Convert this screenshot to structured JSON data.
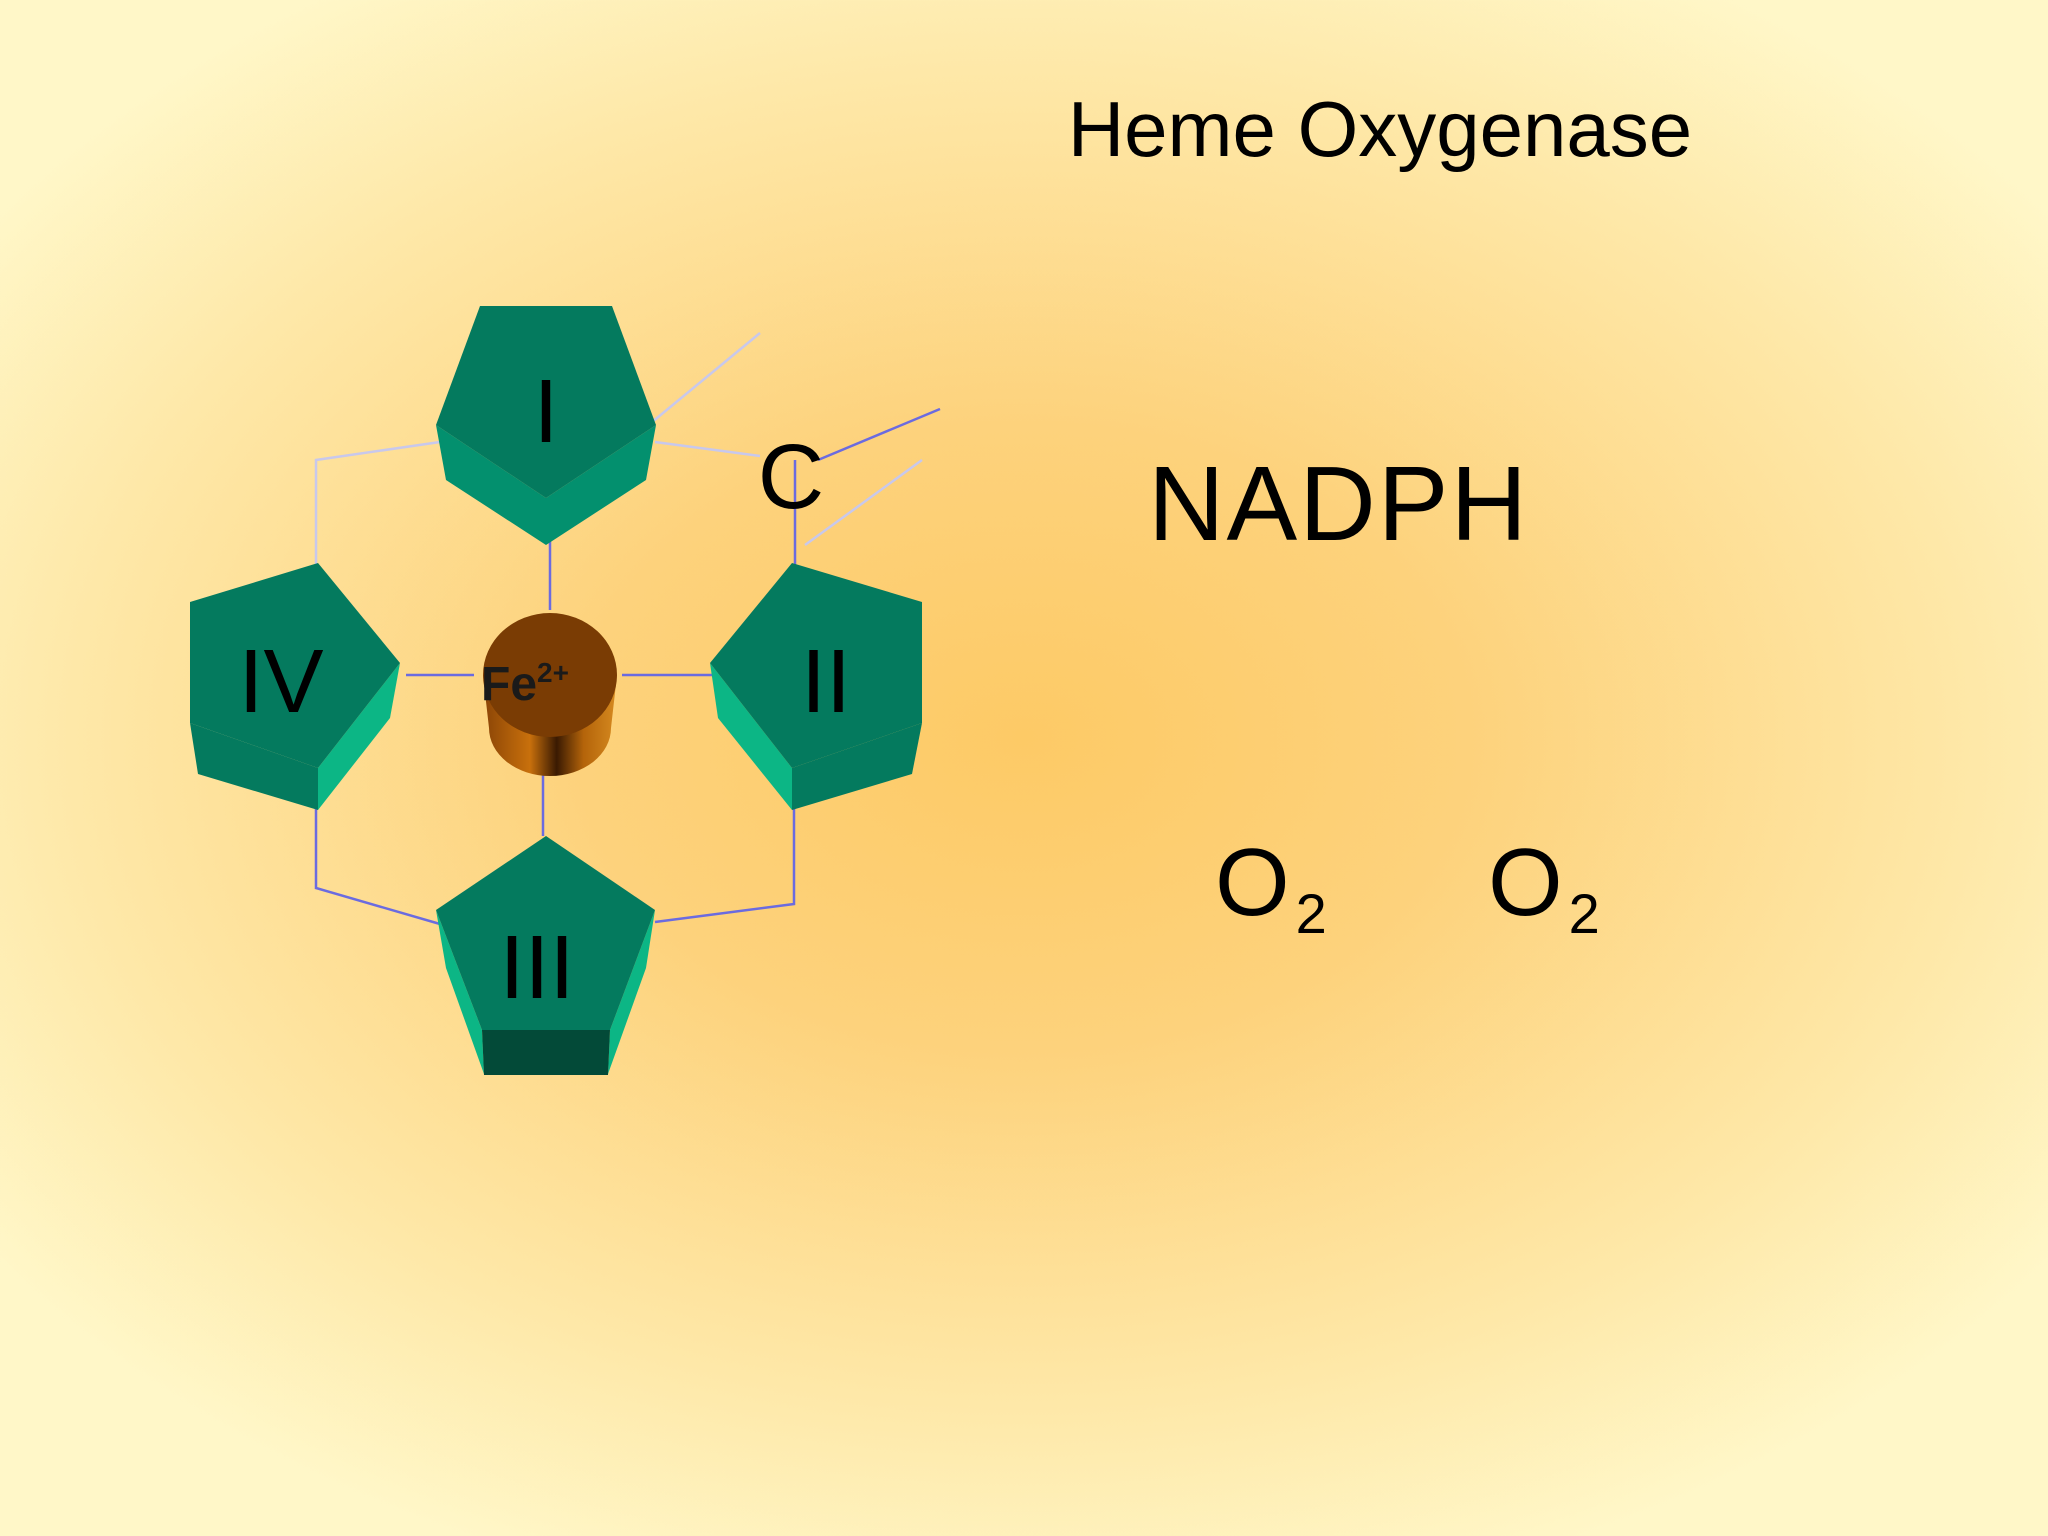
{
  "slide": {
    "title": "Heme Oxygenase",
    "reagents": {
      "nadph": "NADPH",
      "oxygen_left": {
        "base": "O",
        "subscript": "2"
      },
      "oxygen_right": {
        "base": "O",
        "subscript": "2"
      }
    }
  },
  "heme": {
    "rings": {
      "ring_1": "I",
      "ring_2": "II",
      "ring_3": "III",
      "ring_4": "IV"
    },
    "iron": {
      "symbol": "Fe",
      "charge": "2+"
    },
    "methene_carbon": "C"
  },
  "colors": {
    "ring_dark": "#047a5e",
    "ring_medium": "#03906e",
    "ring_light": "#0cb685",
    "ring_darkest": "#034a38",
    "iron_top": "#7a3c04",
    "iron_side": "#b4640a",
    "bond_line": "#6b6be0",
    "bond_pale": "#c8c8ec"
  }
}
